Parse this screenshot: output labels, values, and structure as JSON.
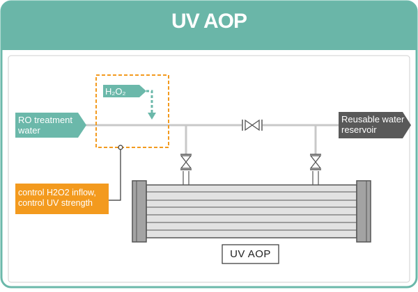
{
  "header": {
    "title": "UV AOP"
  },
  "inputs": {
    "ro_water": "RO treatment water",
    "h2o2": "H₂O₂"
  },
  "outputs": {
    "reservoir": "Reusable water reservoir"
  },
  "control": {
    "line1": "control H2O2 inflow,",
    "line2": "control UV strength"
  },
  "reactor": {
    "label": "UV AOP"
  },
  "colors": {
    "teal": "#6bb8aa",
    "teal_header": "#6ab6a8",
    "orange": "#f39a1e",
    "dark_gray": "#595959",
    "pipe": "#c8c8c8"
  }
}
